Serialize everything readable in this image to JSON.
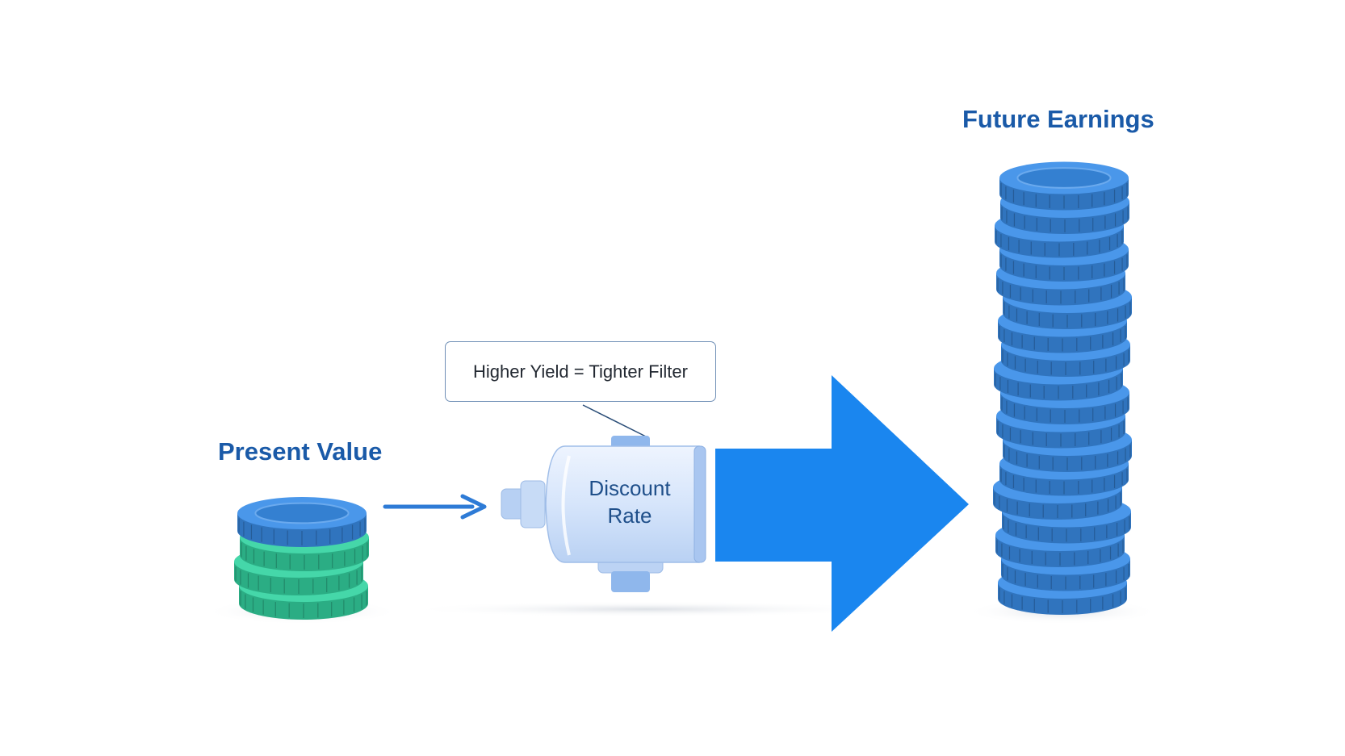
{
  "present_value": {
    "label": "Present Value",
    "coin_count": 4,
    "color": "#35d3a1",
    "top_coin_color": "#3a8ee8"
  },
  "discount_filter": {
    "label_line1": "Discount",
    "label_line2": "Rate",
    "callout": "Higher Yield = Tighter Filter"
  },
  "future_earnings": {
    "label": "Future Earnings",
    "coin_count": 18,
    "color": "#3a8ee8"
  },
  "colors": {
    "label_blue": "#1a5aa8",
    "arrow_blue": "#1a86ef",
    "thin_arrow": "#2e7bd6",
    "filter_body": "#dbe8fb",
    "callout_border": "#6f8fb6"
  }
}
